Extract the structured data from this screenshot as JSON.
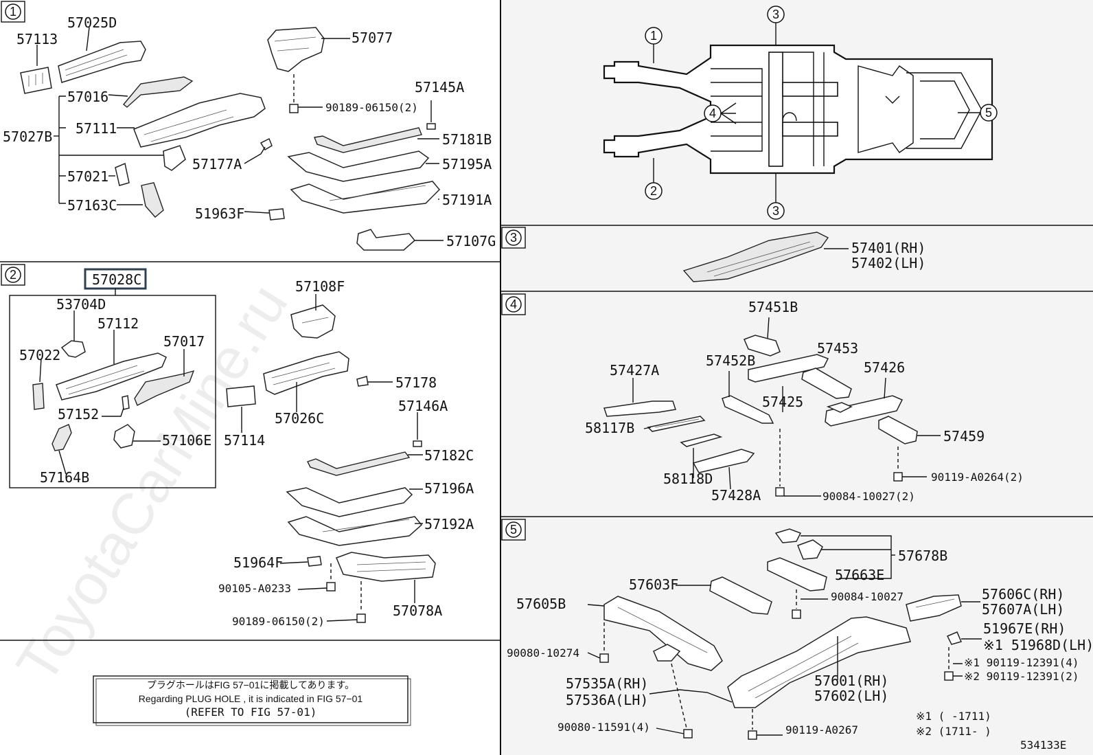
{
  "watermark": "ToyotaCarMine.ru",
  "diagram_code": "534133E",
  "sections": {
    "s1": {
      "badge": "1"
    },
    "s2": {
      "badge": "2"
    },
    "s3": {
      "badge": "3"
    },
    "s4": {
      "badge": "4"
    },
    "s5": {
      "badge": "5"
    }
  },
  "overview": {
    "callouts": [
      "1",
      "3",
      "4",
      "5",
      "2",
      "3"
    ]
  },
  "s1_parts": {
    "p57113": "57113",
    "p57025D": "57025D",
    "p57016": "57016",
    "p57027B": "57027B",
    "p57111": "57111",
    "p57021": "57021",
    "p57163C": "57163C",
    "p57177A": "57177A",
    "p51963F": "51963F",
    "p57077": "57077",
    "p90189_06150": "90189-06150(2)",
    "p57145A": "57145A",
    "p57181B": "57181B",
    "p57195A": "57195A",
    "p57191A": "57191A",
    "p57107G": "57107G"
  },
  "s2_parts": {
    "p57028C": "57028C",
    "p53704D": "53704D",
    "p57112": "57112",
    "p57017": "57017",
    "p57022": "57022",
    "p57152": "57152",
    "p57106E": "57106E",
    "p57164B": "57164B",
    "p57108F": "57108F",
    "p57178": "57178",
    "p57026C": "57026C",
    "p57114": "57114",
    "p57146A": "57146A",
    "p57182C": "57182C",
    "p57196A": "57196A",
    "p57192A": "57192A",
    "p51964F": "51964F",
    "p90105_A0233": "90105-A0233",
    "p90189_06150": "90189-06150(2)",
    "p57078A": "57078A"
  },
  "s3_parts": {
    "p57401": "57401(RH)",
    "p57402": "57402(LH)"
  },
  "s4_parts": {
    "p57451B": "57451B",
    "p57453": "57453",
    "p57426": "57426",
    "p57427A": "57427A",
    "p57452B": "57452B",
    "p57425": "57425",
    "p58117B": "58117B",
    "p57459": "57459",
    "p58118D": "58118D",
    "p57428A": "57428A",
    "p90119_A0264": "90119-A0264(2)",
    "p90084_10027": "90084-10027(2)"
  },
  "s5_parts": {
    "p57678B": "57678B",
    "p57603F": "57603F",
    "p57663E": "57663E",
    "p57605B": "57605B",
    "p90084_10027": "90084-10027",
    "p57606C": "57606C(RH)",
    "p57607A": "57607A(LH)",
    "p51967E": "51967E(RH)",
    "p51968D": "※1 51968D(LH)",
    "p90080_10274": "90080-10274",
    "p90119_12391_1": "※1 90119-12391(4)",
    "p90119_12391_2": "※2 90119-12391(2)",
    "p57535A": "57535A(RH)",
    "p57536A": "57536A(LH)",
    "p57601": "57601(RH)",
    "p57602": "57602(LH)",
    "p90080_11591": "90080-11591(4)",
    "p90119_A0267": "90119-A0267",
    "fn1": "※1 (      -1711)",
    "fn2": "※2 (1711-      )"
  },
  "note": {
    "jp": "プラグホールはFIG 57−01に掲載してあります。",
    "en": "Regarding PLUG HOLE , it is indicated in FIG 57−01",
    "ref": "(REFER TO FIG 57-01)"
  }
}
